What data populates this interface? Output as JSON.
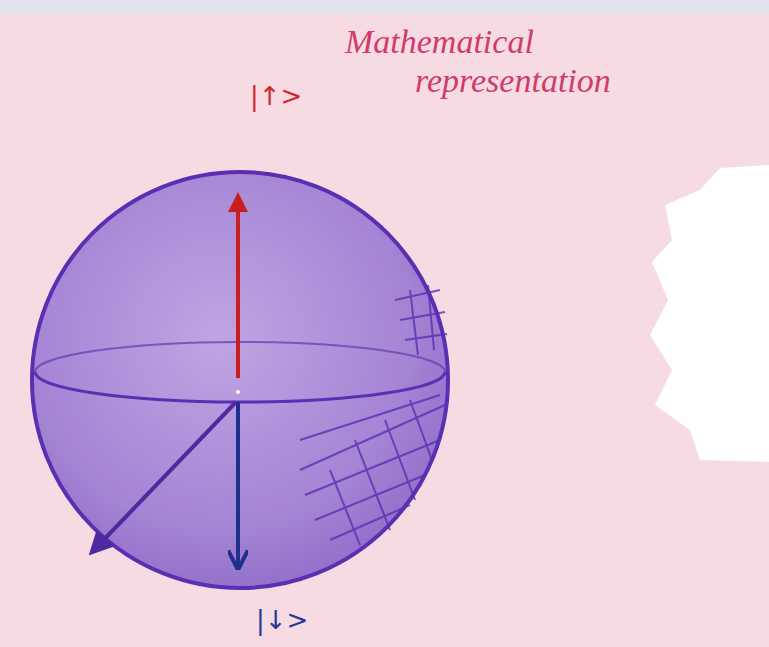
{
  "diagram": {
    "title": "Mathematical representation",
    "labels": [
      "|↑>",
      "|↓>"
    ]
  }
}
